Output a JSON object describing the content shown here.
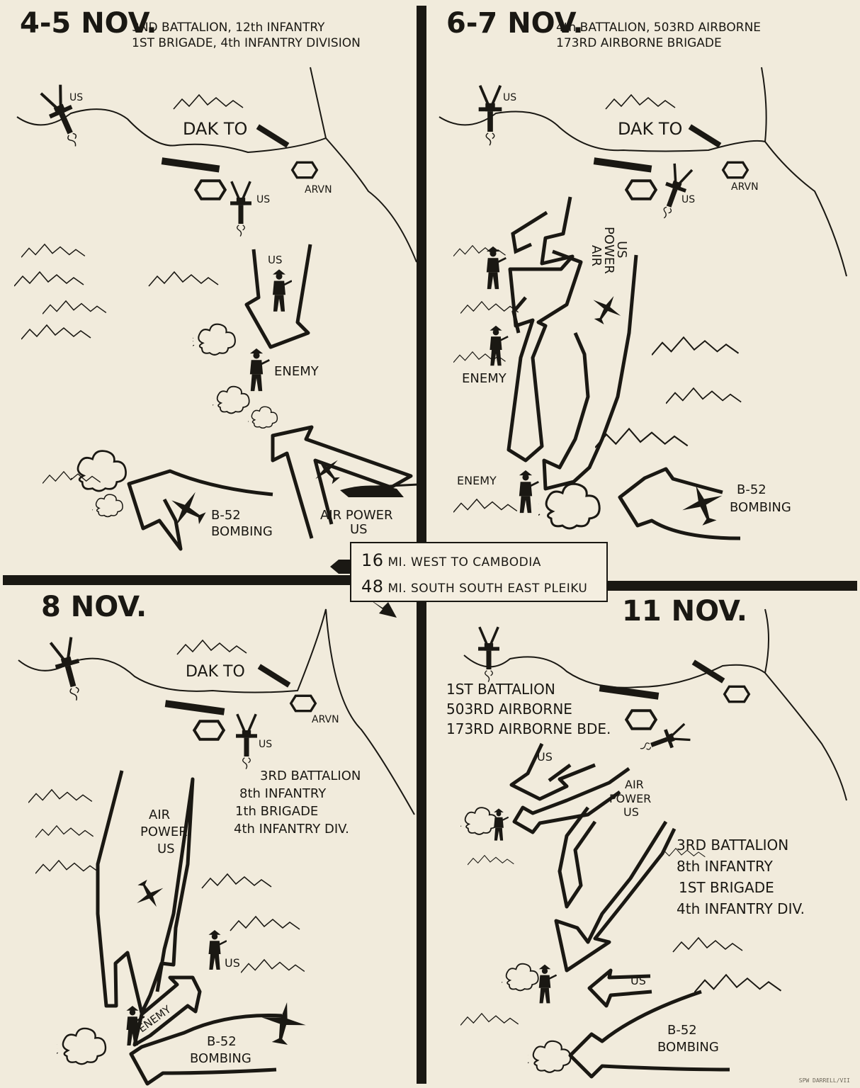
{
  "panels": [
    {
      "id": "p1",
      "date": "4-5 NOV.",
      "unit_lines": [
        "3ND BATTALION, 12th INFANTRY",
        "1ST BRIGADE, 4th INFANTRY DIVISION"
      ],
      "labels": {
        "dakto": "DAK TO",
        "arvn": "ARVN",
        "us_top": "US",
        "us_mid": "US",
        "us_soldier": "US",
        "enemy": "ENEMY",
        "b52_1": "B-52",
        "b52_2": "BOMBING",
        "air_1": "AIR POWER",
        "air_2": "US"
      }
    },
    {
      "id": "p2",
      "date": "6-7 NOV.",
      "unit_lines": [
        "4th BATTALION, 503RD AIRBORNE",
        "173RD AIRBORNE BRIGADE"
      ],
      "labels": {
        "dakto": "DAK TO",
        "arvn": "ARVN",
        "us_top": "US",
        "us_mid": "US",
        "enemy1": "ENEMY",
        "enemy2": "ENEMY",
        "air_1": "AIR",
        "air_2": "POWER",
        "air_3": "US",
        "b52_1": "B-52",
        "b52_2": "BOMBING"
      }
    },
    {
      "id": "p3",
      "date": "8 NOV.",
      "unit_lines": [
        "3RD BATTALION",
        "8th INFANTRY",
        "1th BRIGADE",
        "4th INFANTRY DIV."
      ],
      "labels": {
        "dakto": "DAK TO",
        "arvn": "ARVN",
        "us_mid": "US",
        "us_soldier": "US",
        "air_1": "AIR",
        "air_2": "POWER",
        "air_3": "US",
        "enemy": "ENEMY",
        "b52_1": "B-52",
        "b52_2": "BOMBING"
      }
    },
    {
      "id": "p4",
      "date": "11 NOV.",
      "unit_lines_a": [
        "1ST BATTALION",
        "503RD AIRBORNE",
        "173RD AIRBORNE BDE."
      ],
      "unit_lines_b": [
        "3RD BATTALION",
        "8th INFANTRY",
        "1ST BRIGADE",
        "4th INFANTRY DIV."
      ],
      "labels": {
        "us_arrow": "US",
        "us_soldier": "US",
        "air_1": "AIR",
        "air_2": "POWER",
        "air_3": "US",
        "b52_1": "B-52",
        "b52_2": "BOMBING"
      }
    }
  ],
  "legend": {
    "line1_num": "16",
    "line1_text": "MI. WEST TO CAMBODIA",
    "line2_num": "48",
    "line2_text": "MI. SOUTH SOUTH EAST PLEIKU"
  },
  "credit": "SPW DARRELL/VII",
  "colors": {
    "paper": "#f1ebdc",
    "ink": "#1a1813"
  }
}
